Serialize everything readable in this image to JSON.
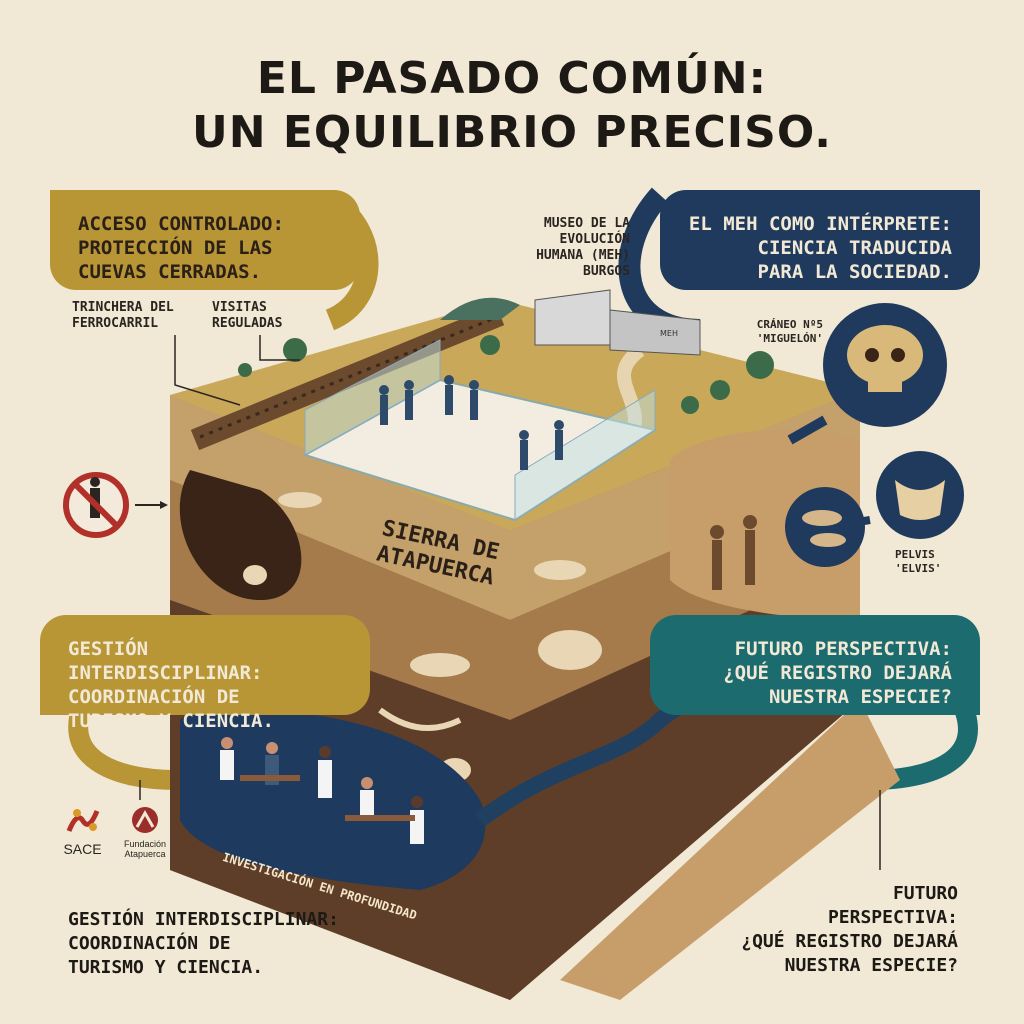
{
  "title": {
    "line1": "EL PASADO COMÚN:",
    "line2": "UN EQUILIBRIO PRECISO."
  },
  "callouts": {
    "top_left": {
      "line1": "ACCESO CONTROLADO:",
      "line2": "PROTECCIÓN DE LAS",
      "line3": "CUEVAS CERRADAS."
    },
    "top_right": {
      "line1": "EL MEH COMO INTÉRPRETE:",
      "line2": "CIENCIA TRADUCIDA",
      "line3": "PARA LA SOCIEDAD."
    },
    "mid_left": {
      "line1": "GESTIÓN INTERDISCIPLINAR:",
      "line2": "COORDINACIÓN DE",
      "line3": "TURISMO Y CIENCIA."
    },
    "mid_right": {
      "line1": "FUTURO PERSPECTIVA:",
      "line2": "¿QUÉ REGISTRO DEJARÁ",
      "line3": "NUESTRA ESPECIE?"
    }
  },
  "labels": {
    "trinchera": {
      "line1": "TRINCHERA DEL",
      "line2": "FERROCARRIL"
    },
    "visitas": {
      "line1": "VISITAS",
      "line2": "REGULADAS"
    },
    "museo": {
      "line1": "MUSEO DE LA",
      "line2": "EVOLUCIÓN",
      "line3": "HUMANA (MEH)",
      "line4": "BURGOS"
    },
    "craneo": {
      "line1": "CRÁNEO Nº5",
      "line2": "'MIGUELÓN'"
    },
    "pelvis": {
      "line1": "PELVIS",
      "line2": "'ELVIS'"
    },
    "sierra": {
      "line1": "SIERRA DE",
      "line2": "ATAPUERCA"
    },
    "investigacion": "INVESTIGACIÓN EN PROFUNDIDAD",
    "meh_sign": "MEH"
  },
  "bottom": {
    "left": {
      "line1": "GESTIÓN INTERDISCIPLINAR:",
      "line2": "COORDINACIÓN DE",
      "line3": "TURISMO Y CIENCIA."
    },
    "right": {
      "line1": "FUTURO",
      "line2": "PERSPECTIVA:",
      "line3": "¿QUÉ REGISTRO DEJARÁ",
      "line4": "NUESTRA ESPECIE?"
    }
  },
  "logos": {
    "sace": "SACE",
    "fundacion_line1": "Fundación",
    "fundacion_line2": "Atapuerca"
  },
  "icons": [
    "no-entry-icon",
    "arrow-icon",
    "skull-icon",
    "pelvis-icon"
  ],
  "colors": {
    "background": "#f1e9d6",
    "gold": "#b89535",
    "navy": "#1f3a5c",
    "teal": "#1c6b6f",
    "soil": "#7a5535"
  }
}
